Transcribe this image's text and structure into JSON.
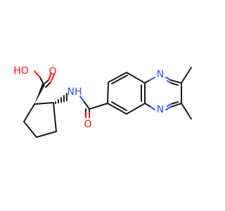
{
  "molecule": {
    "atom_labels": {
      "hydroxyl": "HO",
      "acid_carbonyl_o": "O",
      "amide_nh": "NH",
      "amide_carbonyl_o": "O",
      "ring_n_top": "N",
      "ring_n_bottom": "N"
    },
    "colors": {
      "bond": "#1a1a1a",
      "oxygen": "#ff0d0d",
      "nitrogen": "#3050f8",
      "background": "#ffffff"
    }
  }
}
